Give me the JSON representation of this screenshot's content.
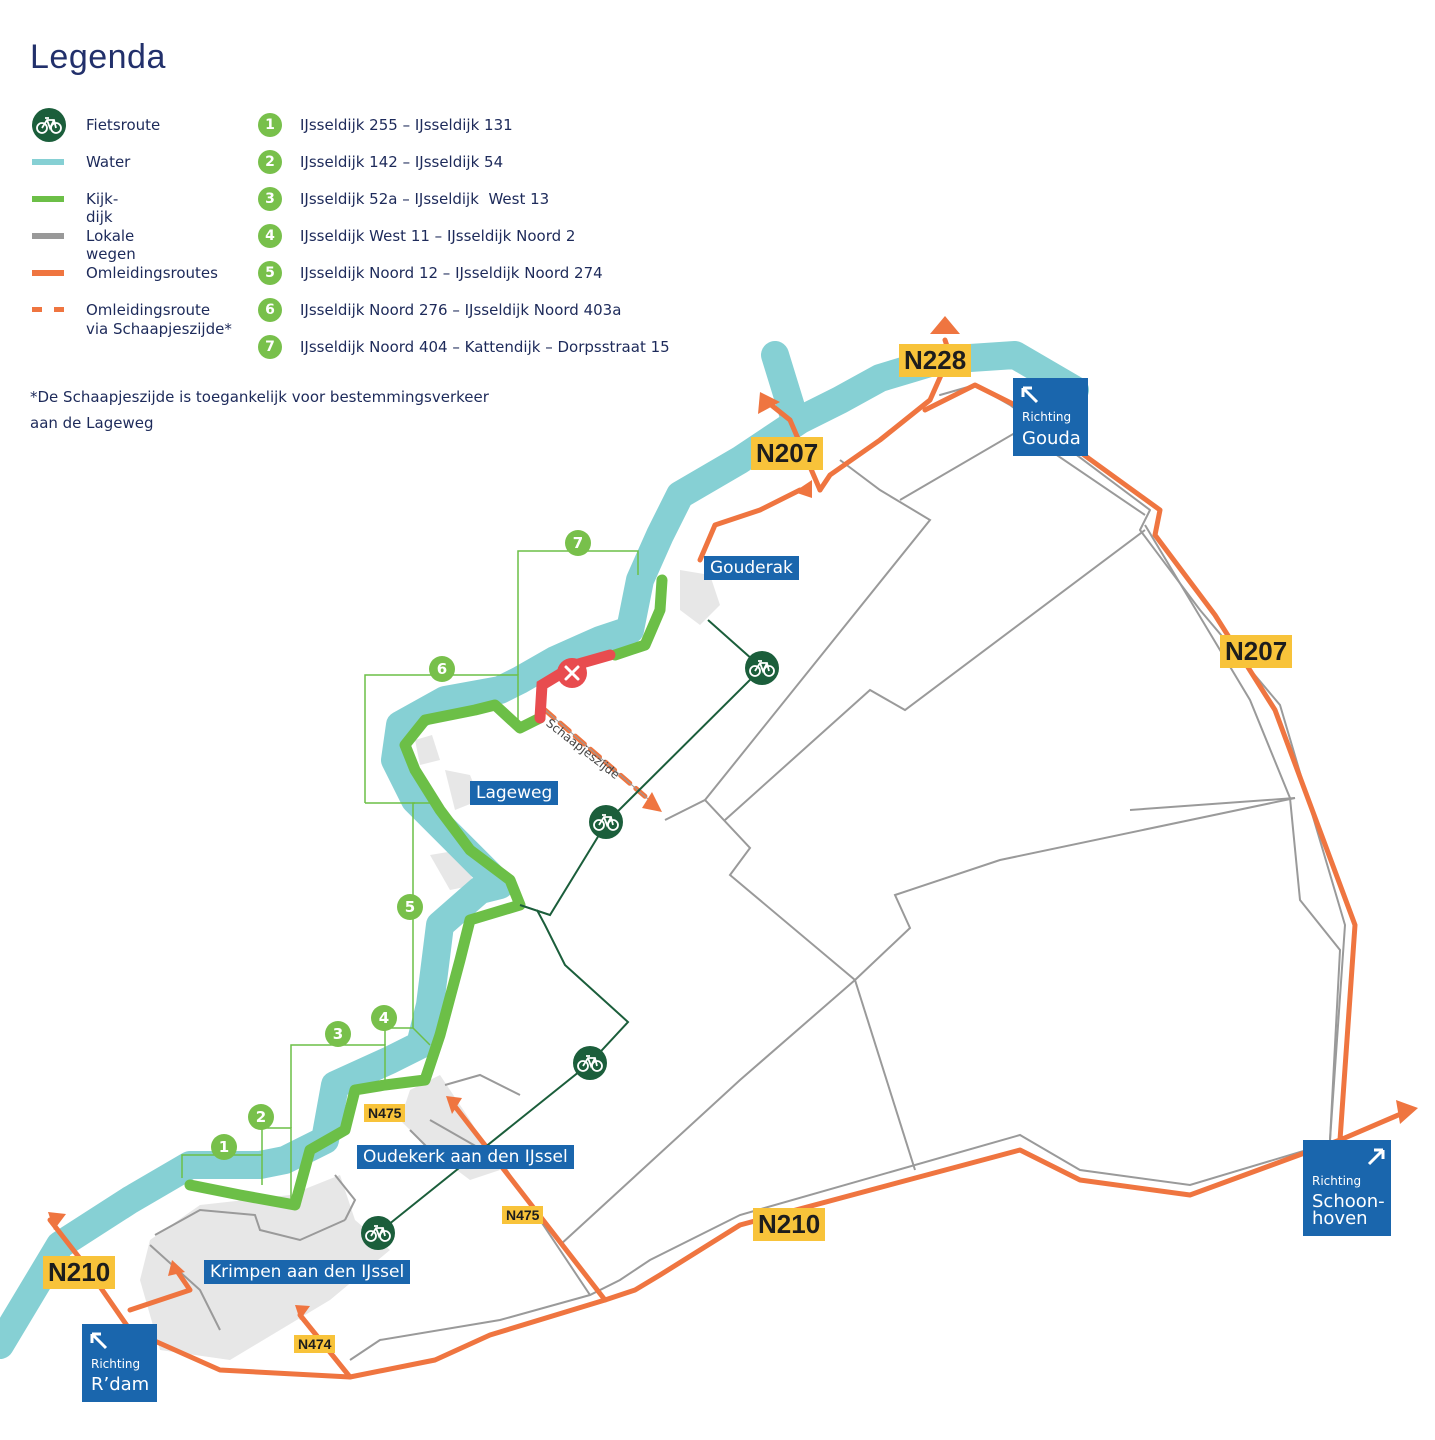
{
  "legend": {
    "title": "Legenda",
    "items": [
      {
        "label": "Fietsroute",
        "icon": "bike-icon",
        "color": "#1b5e3b"
      },
      {
        "label": "Water",
        "color": "#86d0d4"
      },
      {
        "label": "Kijk-dijk",
        "color": "#6cbf47"
      },
      {
        "label": "Lokale wegen",
        "color": "#999999"
      },
      {
        "label": "Omleidingsroutes",
        "color": "#ef7540"
      },
      {
        "label": "Omleidingsroute",
        "label2": "via Schaapjeszijde*",
        "color": "#ef7540",
        "dashed": true
      }
    ],
    "sections": [
      {
        "num": "1",
        "label": "IJsseldijk 255 – IJsseldijk 131"
      },
      {
        "num": "2",
        "label": "IJsseldijk 142 – IJsseldijk 54"
      },
      {
        "num": "3",
        "label": "IJsseldijk 52a – IJsseldijk  West 13"
      },
      {
        "num": "4",
        "label": "IJsseldijk West 11 – IJsseldijk Noord 2"
      },
      {
        "num": "5",
        "label": "IJsseldijk Noord 12 – IJsseldijk Noord 274"
      },
      {
        "num": "6",
        "label": "IJsseldijk Noord 276 – IJsseldijk Noord 403a"
      },
      {
        "num": "7",
        "label": "IJsseldijk Noord 404 – Kattendijk – Dorpsstraat 15"
      }
    ],
    "footnote_line1": "*De Schaapjeszijde is toegankelijk voor bestemmingsverkeer",
    "footnote_line2": "aan de Lageweg"
  },
  "places": {
    "gouderak": "Gouderak",
    "lageweg": "Lageweg",
    "oudekerk": "Oudekerk aan den IJssel",
    "krimpen": "Krimpen aan den IJssel"
  },
  "roads": {
    "n228": "N228",
    "n207_top": "N207",
    "n207_right": "N207",
    "n210_left": "N210",
    "n210_bottom": "N210",
    "n475_a": "N475",
    "n475_b": "N475",
    "n474": "N474",
    "schaapjeszijde": "Schaapjeszijde"
  },
  "directions": {
    "gouda": {
      "small": "Richting",
      "big": "Gouda"
    },
    "schoonhoven": {
      "small": "Richting",
      "big": "Schoon-",
      "big2": "hoven"
    },
    "rdam": {
      "small": "Richting",
      "big": "R’dam"
    }
  },
  "map_badges": [
    "1",
    "2",
    "3",
    "4",
    "5",
    "6",
    "7"
  ],
  "colors": {
    "water": "#86d0d4",
    "kijkdijk": "#6cbf47",
    "local_road": "#999999",
    "detour": "#ef7540",
    "closed": "#e84c4f",
    "bike_route": "#1b5e3b",
    "place_label": "#1a66ad",
    "road_label": "#f8c33a"
  }
}
